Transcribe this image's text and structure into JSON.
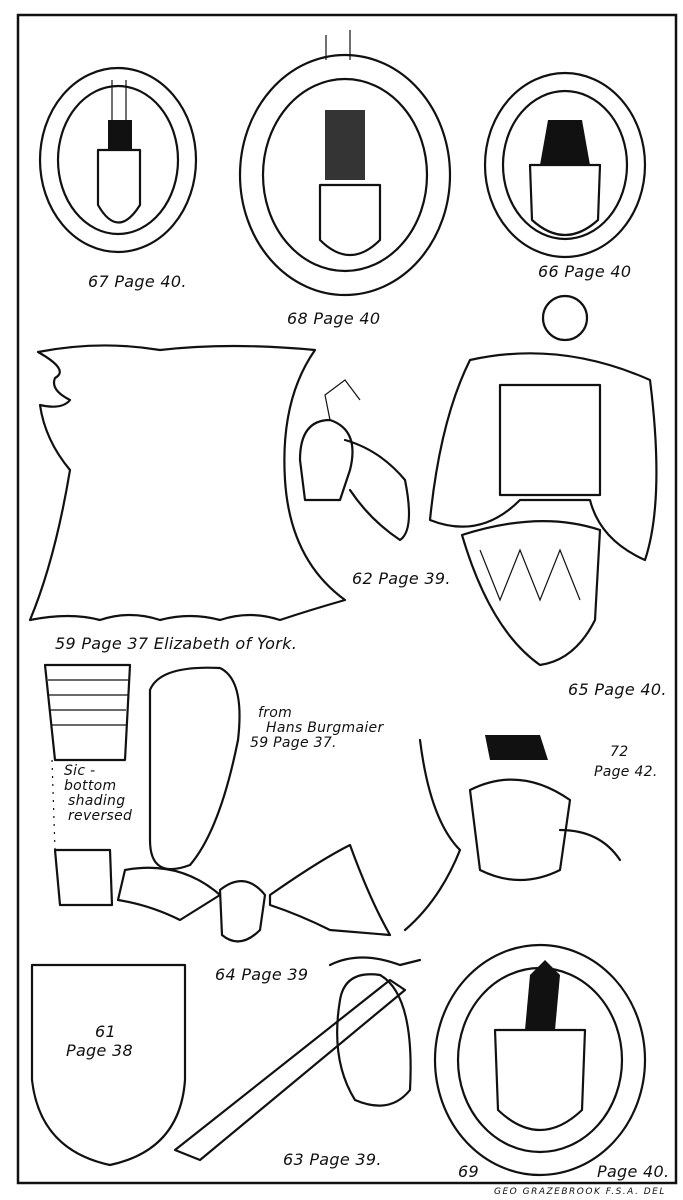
{
  "figures": {
    "fig67": "67 Page 40.",
    "fig68": "68 Page 40",
    "fig66": "66 Page 40",
    "fig62": "62 Page 39.",
    "fig59": "59 Page 37 Elizabeth of York.",
    "fig65": "65 Page 40.",
    "fig59b": {
      "line1": "from",
      "line2": "Hans Burgmaier",
      "line3": "59 Page 37."
    },
    "fig72": {
      "line1": "72",
      "line2": "Page 42."
    },
    "note": {
      "line1": "Sic -",
      "line2": "bottom",
      "line3": "shading",
      "line4": "reversed"
    },
    "fig64": "64 Page 39",
    "fig61": {
      "line1": "61",
      "line2": "Page 38"
    },
    "fig63": "63 Page 39.",
    "fig69": {
      "number": "69",
      "page": "Page 40."
    }
  },
  "signature": "Geo Grazebrook F.S.A. Del"
}
